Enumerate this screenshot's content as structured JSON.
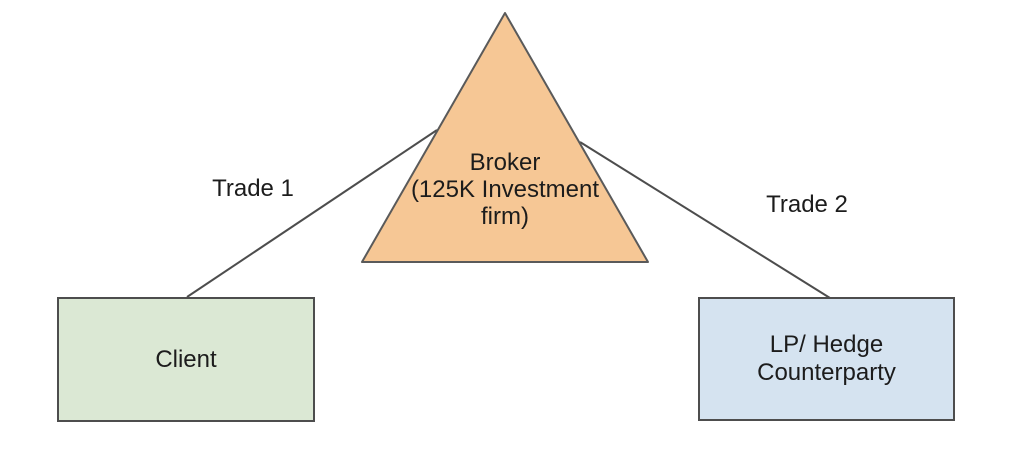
{
  "diagram": {
    "nodes": {
      "broker": {
        "label": "Broker\n(125K Investment\nfirm)",
        "shape": "triangle",
        "fill": "#f6c795"
      },
      "client": {
        "label": "Client",
        "shape": "rectangle",
        "fill": "#dbe8d4"
      },
      "lp": {
        "label": "LP/ Hedge\nCounterparty",
        "shape": "rectangle",
        "fill": "#d5e3f0"
      }
    },
    "edges": [
      {
        "label": "Trade 1",
        "from": "client",
        "to": "broker"
      },
      {
        "label": "Trade 2",
        "from": "broker",
        "to": "lp"
      }
    ],
    "colors": {
      "shape_border": "#5a5a5a",
      "connector": "#4d4d4d",
      "text": "#1c1c1c",
      "background": "#ffffff"
    }
  }
}
